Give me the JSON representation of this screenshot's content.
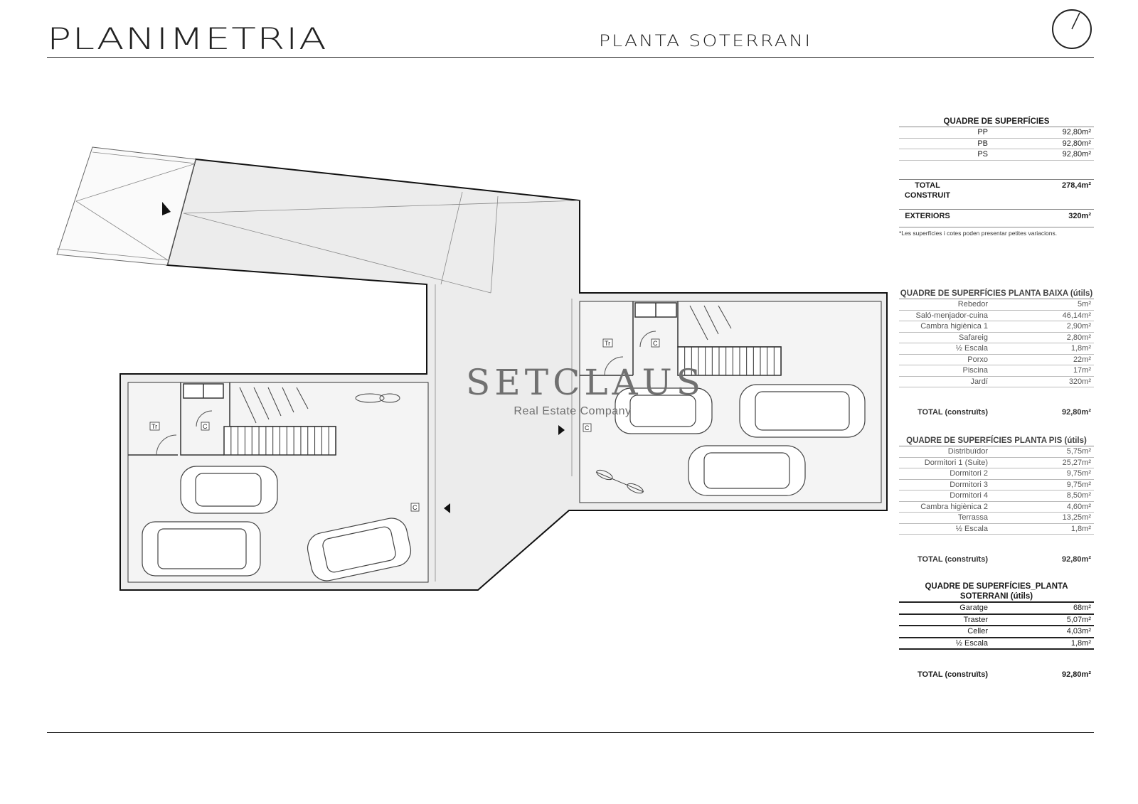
{
  "header": {
    "title": "PLANIMETRIA",
    "subtitle": "PLANTA SOTERRANI"
  },
  "watermark": {
    "brand": "SETCLAUS",
    "tagline": "Real Estate Company"
  },
  "plan_labels": {
    "trastero": "Tr",
    "celler": "C"
  },
  "summary": {
    "title": "QUADRE DE SUPERFÍCIES",
    "rows": [
      {
        "label": "PP",
        "value": "92,80m²"
      },
      {
        "label": "PB",
        "value": "92,80m²"
      },
      {
        "label": "PS",
        "value": "92,80m²"
      }
    ],
    "total_label_1": "TOTAL",
    "total_label_2": "CONSTRUIT",
    "total_value": "278,4m²",
    "exteriors_label": "EXTERIORS",
    "exteriors_value": "320m²",
    "note": "*Les superfícies i cotes poden presentar petites variacions."
  },
  "planta_baixa": {
    "title": "QUADRE DE SUPERFÍCIES  PLANTA BAIXA (útils)",
    "rows": [
      {
        "label": "Rebedor",
        "value": "5m²"
      },
      {
        "label": "Saló-menjador-cuina",
        "value": "46,14m²"
      },
      {
        "label": "Cambra higiènica 1",
        "value": "2,90m²"
      },
      {
        "label": "Safareig",
        "value": "2,80m²"
      },
      {
        "label": "½ Escala",
        "value": "1,8m²"
      },
      {
        "label": "Porxo",
        "value": "22m²"
      },
      {
        "label": "Piscina",
        "value": "17m²"
      },
      {
        "label": "Jardí",
        "value": "320m²"
      }
    ],
    "total_label": "TOTAL (construïts)",
    "total_value": "92,80m²"
  },
  "planta_pis": {
    "title": "QUADRE DE SUPERFÍCIES  PLANTA PIS (útils)",
    "rows": [
      {
        "label": "Distribuïdor",
        "value": "5,75m²"
      },
      {
        "label": "Dormitori 1 (Suite)",
        "value": "25,27m²"
      },
      {
        "label": "Dormitori 2",
        "value": "9,75m²"
      },
      {
        "label": "Dormitori 3",
        "value": "9,75m²"
      },
      {
        "label": "Dormitori 4",
        "value": "8,50m²"
      },
      {
        "label": "Cambra higiènica 2",
        "value": "4,60m²"
      },
      {
        "label": "Terrassa",
        "value": "13,25m²"
      },
      {
        "label": "½ Escala",
        "value": "1,8m²"
      }
    ],
    "total_label": "TOTAL (construïts)",
    "total_value": "92,80m²"
  },
  "planta_soterrani": {
    "title": "QUADRE DE SUPERFÍCIES_PLANTA SOTERRANI (útils)",
    "rows": [
      {
        "label": "Garatge",
        "value": "68m²"
      },
      {
        "label": "Traster",
        "value": "5,07m²"
      },
      {
        "label": "Celler",
        "value": "4,03m²"
      },
      {
        "label": "½ Escala",
        "value": "1,8m²"
      }
    ],
    "total_label": "TOTAL (construïts)",
    "total_value": "92,80m²"
  }
}
